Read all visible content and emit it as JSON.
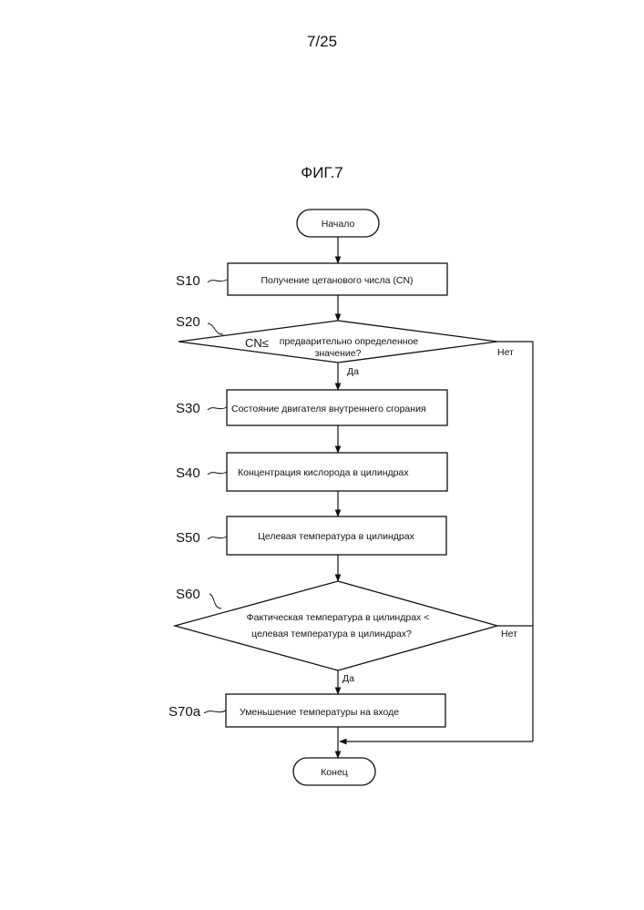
{
  "page": {
    "number": "7/25",
    "figure_title": "ФИГ.7"
  },
  "nodes": {
    "start": "Начало",
    "s10": "Получение цетанового числа (CN)",
    "s20_prefix": "CN≤",
    "s20_line1": "предварительно определенное",
    "s20_line2": "значение?",
    "s30": "Состояние двигателя внутреннего сгорания",
    "s40": "Концентрация кислорода в цилиндрах",
    "s50": "Целевая температура в цилиндрах",
    "s60_line1": "Фактическая температура в цилиндрах <",
    "s60_line2": "целевая температура в цилиндрах?",
    "s70a": "Уменьшение температуры на входе",
    "end": "Конец"
  },
  "step_labels": {
    "s10": "S10",
    "s20": "S20",
    "s30": "S30",
    "s40": "S40",
    "s50": "S50",
    "s60": "S60",
    "s70a": "S70a"
  },
  "edge_labels": {
    "s20_yes": "Да",
    "s20_no": "Нет",
    "s60_yes": "Да",
    "s60_no": "Нет"
  }
}
